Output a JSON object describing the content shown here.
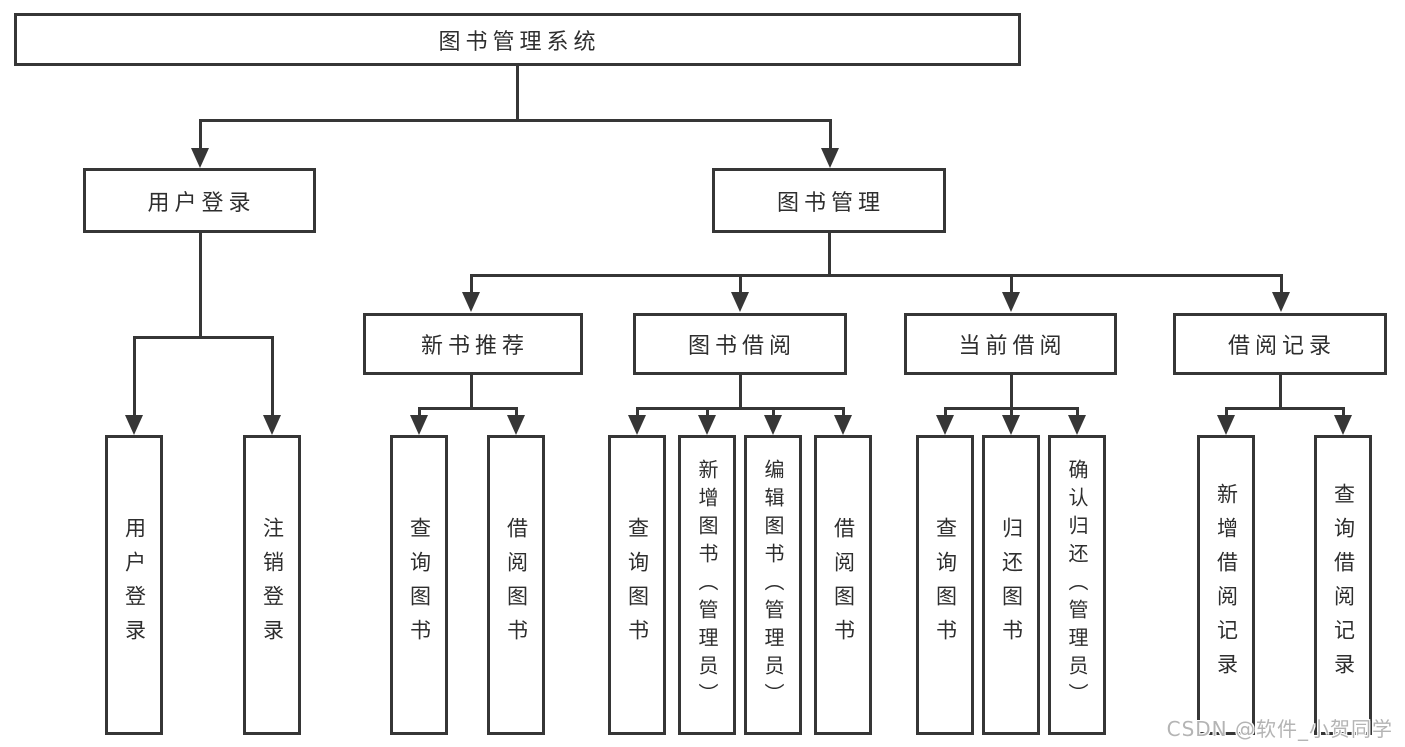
{
  "diagram": {
    "root": "图书管理系统",
    "branches": [
      {
        "label": "用户登录",
        "children": [
          "用户登录",
          "注销登录"
        ]
      },
      {
        "label": "图书管理",
        "children": [
          {
            "label": "新书推荐",
            "children": [
              "查询图书",
              "借阅图书"
            ]
          },
          {
            "label": "图书借阅",
            "children": [
              "查询图书",
              "新增图书（管理员）",
              "编辑图书（管理员）",
              "借阅图书"
            ]
          },
          {
            "label": "当前借阅",
            "children": [
              "查询图书",
              "归还图书",
              "确认归还（管理员）"
            ]
          },
          {
            "label": "借阅记录",
            "children": [
              "新增借阅记录",
              "查询借阅记录"
            ]
          }
        ]
      }
    ]
  },
  "watermark": {
    "text": "CSDN @软件_小贺同学"
  },
  "colors": {
    "line": "#363636",
    "text": "#2e2e2e",
    "watermark": "#b4b4b4",
    "background": "#ffffff"
  }
}
